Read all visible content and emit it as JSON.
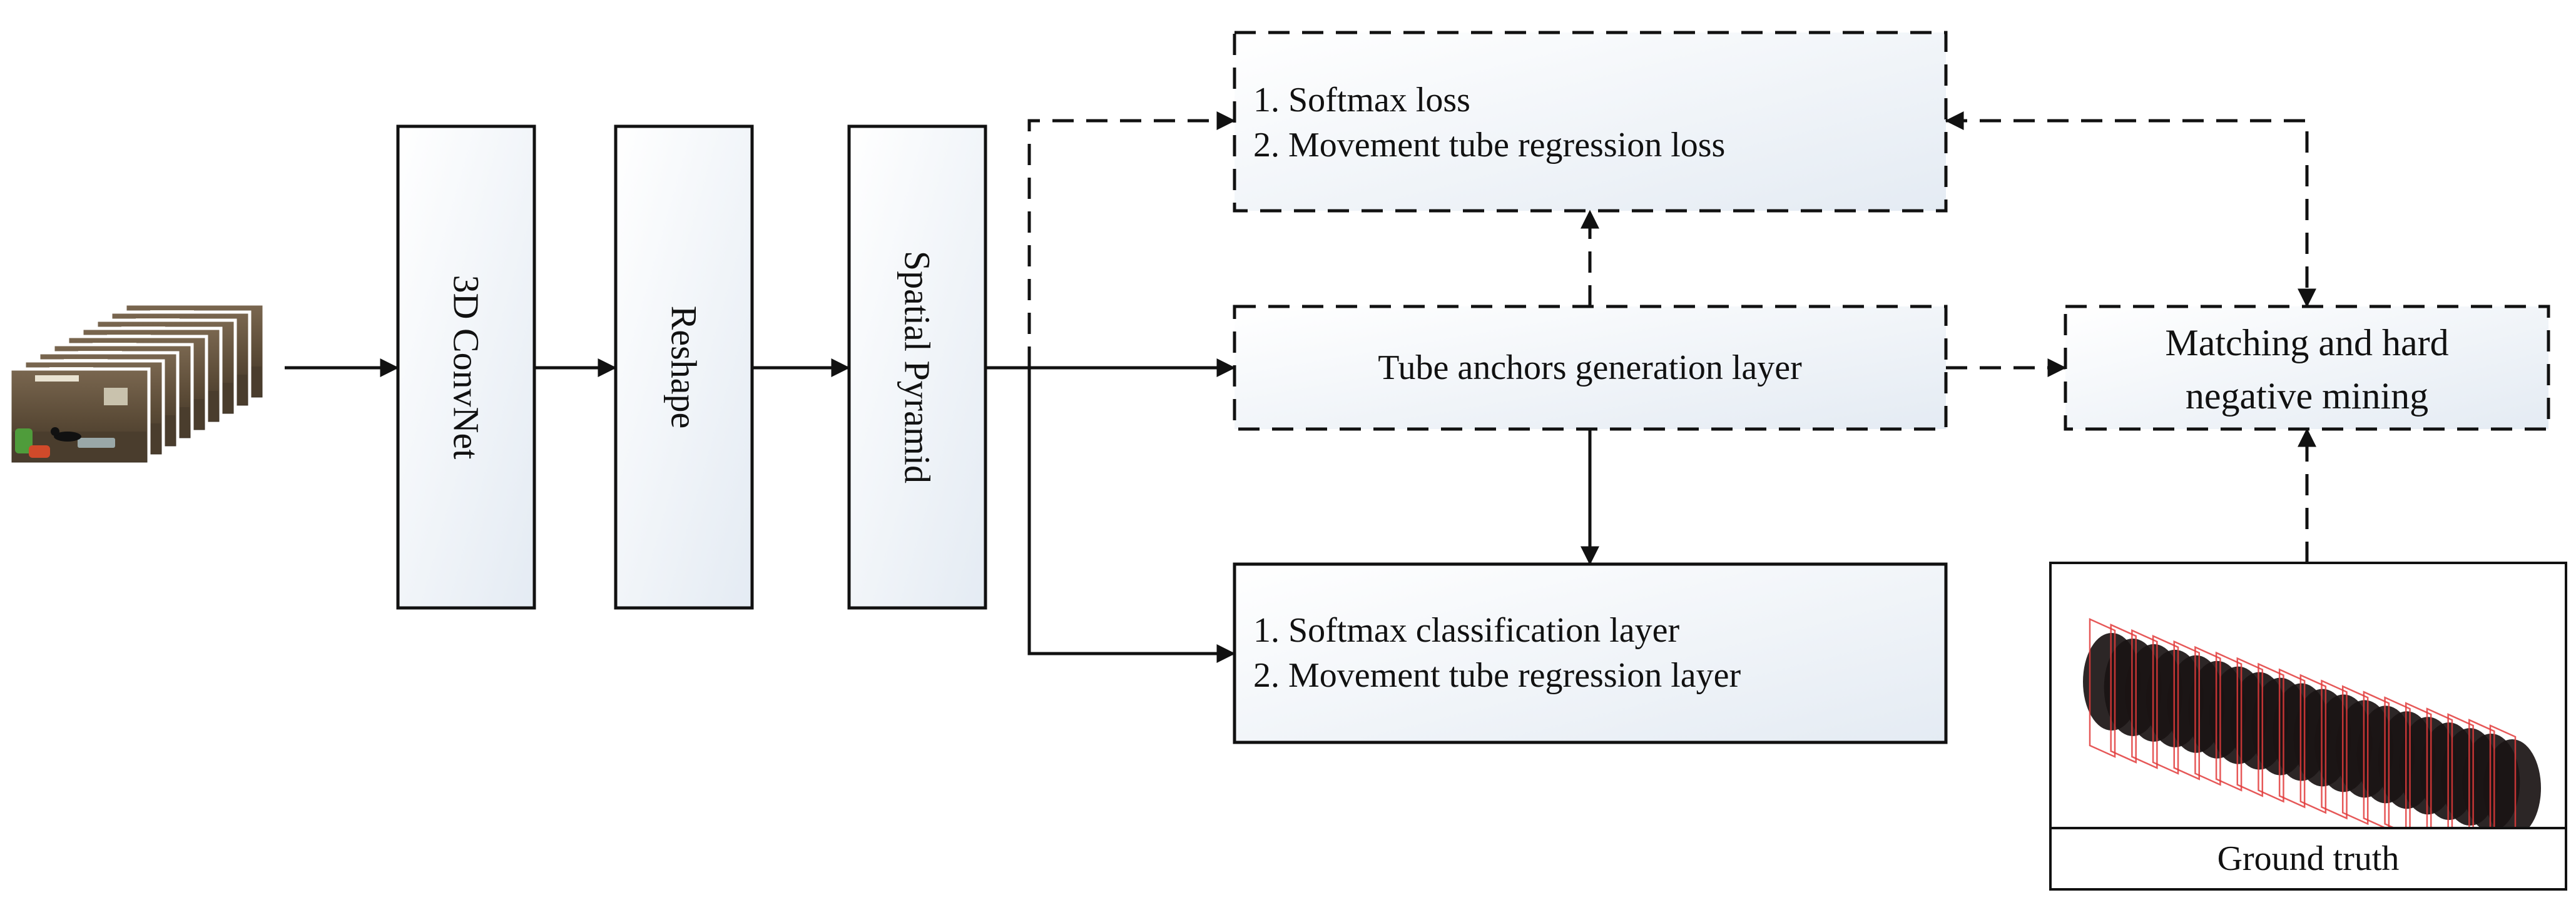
{
  "blocks": {
    "conv3d": "3D ConvNet",
    "reshape": "Reshape",
    "spatial_pyramid": "Spatial Pyramid",
    "tube_anchors": "Tube anchors generation layer",
    "loss_lines": [
      "1. Softmax loss",
      "2. Movement tube regression loss"
    ],
    "classification_lines": [
      "1. Softmax classification layer",
      "2. Movement tube regression layer"
    ],
    "matching_lines": [
      "Matching and hard",
      "negative mining"
    ],
    "ground_truth_caption": "Ground truth"
  },
  "colors": {
    "box_fill_top": "#ffffff",
    "box_fill_bottom": "#e4ebf3",
    "stroke": "#111111",
    "frame_wall": "#6b5840",
    "gt_box": "#e23b3b"
  }
}
